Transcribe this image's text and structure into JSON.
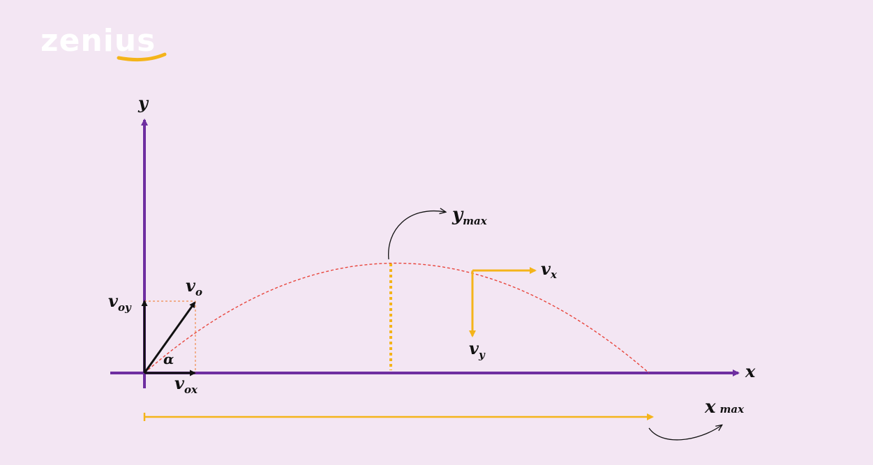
{
  "logo": {
    "text": "zenius"
  },
  "labels": {
    "y_axis": "y",
    "x_axis": "x",
    "v0": {
      "base": "v",
      "sub": "o"
    },
    "v0y": {
      "base": "v",
      "sub": "oy"
    },
    "v0x": {
      "base": "v",
      "sub": "ox"
    },
    "alpha": "α",
    "ymax": {
      "base": "y",
      "sub": "max"
    },
    "vx": {
      "base": "v",
      "sub": "x"
    },
    "vy": {
      "base": "v",
      "sub": "y"
    },
    "xmax": {
      "base": "x",
      "sub": "max"
    }
  },
  "colors": {
    "background": "#f3e6f3",
    "axis": "#6e2ea0",
    "trajectory": "#e8453c",
    "highlight": "#f4b41a",
    "vector": "#111111",
    "logo_text": "#ffffff",
    "logo_underline": "#f4b41a"
  }
}
